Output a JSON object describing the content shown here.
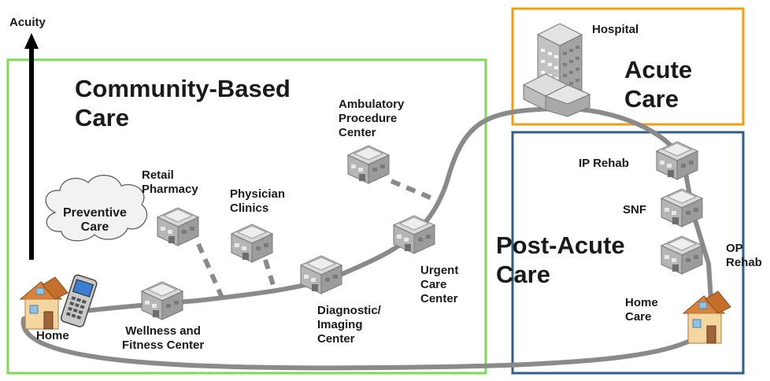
{
  "colors": {
    "community_border": "#7ed957",
    "acute_border": "#f39c12",
    "postacute_border": "#2f5f8a",
    "path": "#8a8a8a"
  },
  "axis": {
    "label": "Acuity"
  },
  "regions": {
    "community": {
      "title": "Community-Based\nCare"
    },
    "acute": {
      "title": "Acute\nCare"
    },
    "postacute": {
      "title": "Post-Acute\nCare"
    }
  },
  "cloud": {
    "label": "Preventive\nCare"
  },
  "nodes": {
    "home": "Home",
    "wellness": "Wellness and\nFitness Center",
    "retail": "Retail\nPharmacy",
    "physician": "Physician\nClinics",
    "diagnostic": "Diagnostic/\nImaging\nCenter",
    "ambulatory": "Ambulatory\nProcedure\nCenter",
    "urgent": "Urgent\nCare\nCenter",
    "hospital": "Hospital",
    "iprehab": "IP Rehab",
    "snf": "SNF",
    "oprehab": "OP\nRehab",
    "homecare": "Home\nCare"
  },
  "icons": [
    "house-icon",
    "cell-phone-icon",
    "clinic-building-icon",
    "hospital-tower-icon"
  ]
}
